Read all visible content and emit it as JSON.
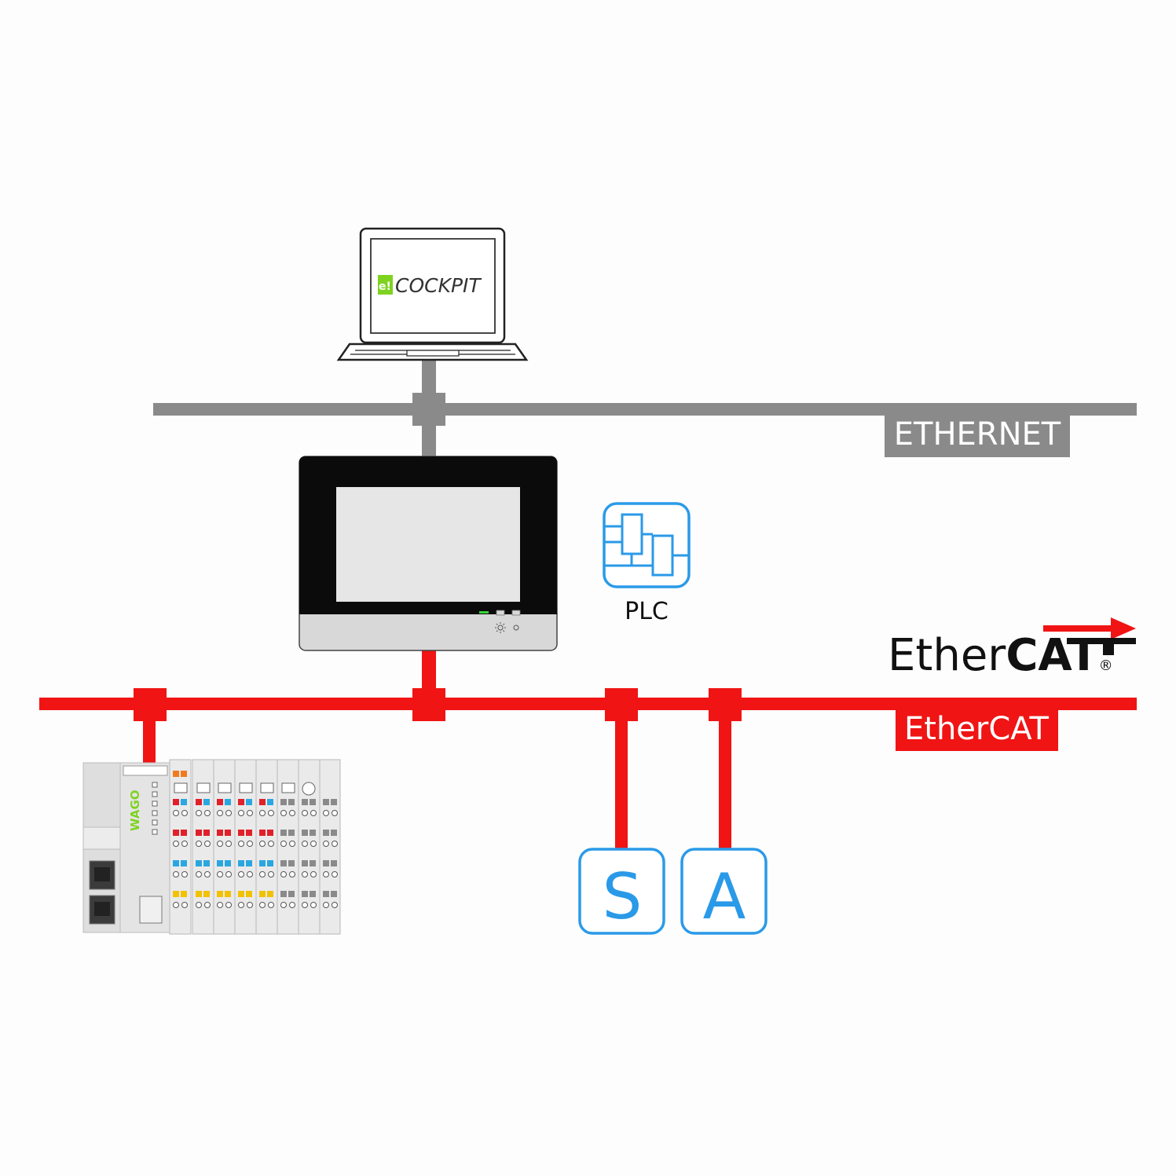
{
  "colors": {
    "ethernet": "#8a8a8a",
    "ethercat": "#f01414",
    "icon_blue": "#2a9ae8",
    "cockpit_green": "#7ed321",
    "black": "#111111"
  },
  "laptop": {
    "logo_text": "COCKPIT",
    "logo_mark": "e!"
  },
  "ethernet": {
    "label": "ETHERNET"
  },
  "hmi": {
    "icon": "plc-icon",
    "label": "PLC"
  },
  "ethercat": {
    "logo_light": "Ether",
    "logo_bold": "CAT",
    "logo_reg": "®",
    "label": "EtherCAT"
  },
  "io_controller": {
    "brand": "WAGO"
  },
  "devices": [
    {
      "letter": "S"
    },
    {
      "letter": "A"
    }
  ]
}
